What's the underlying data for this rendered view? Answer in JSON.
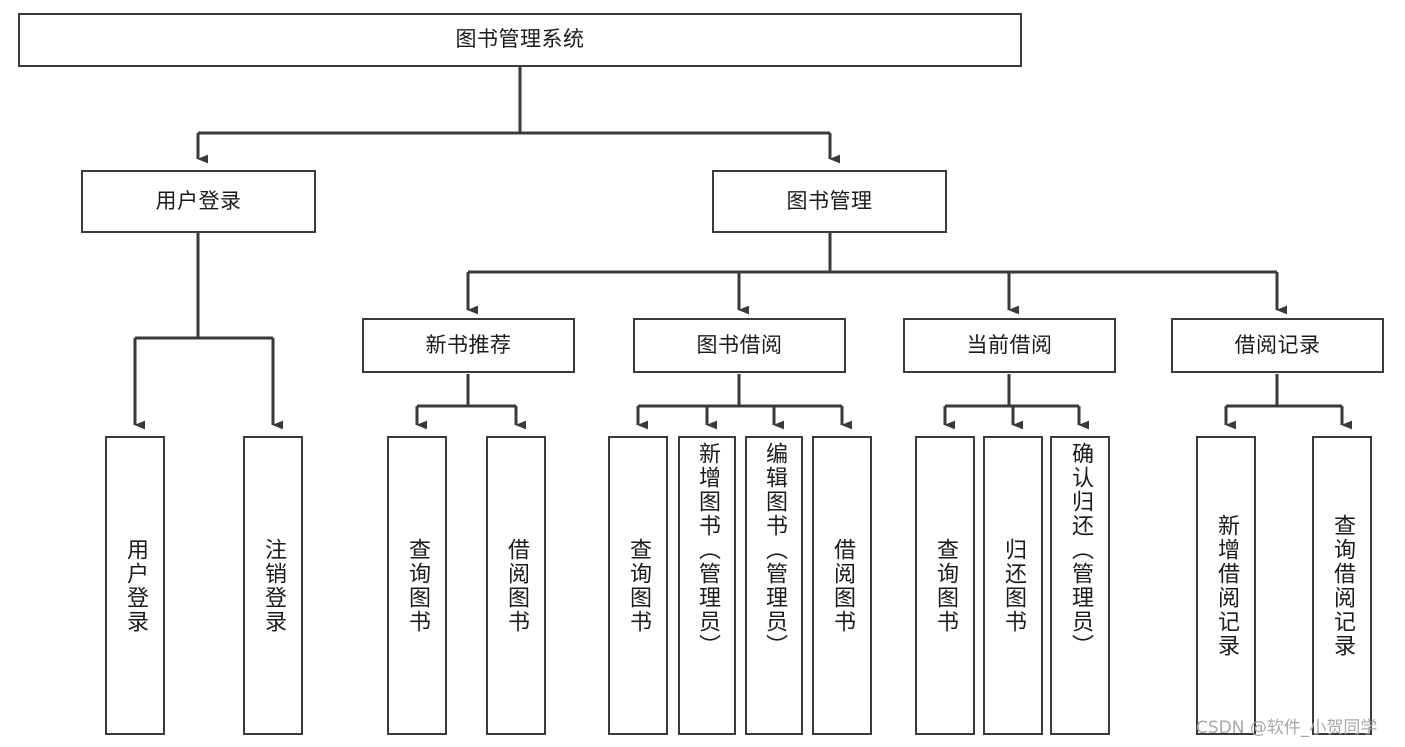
{
  "diagram": {
    "type": "hierarchy-tree",
    "title": "图书管理系统",
    "watermark": "CSDN @软件_小贺同学",
    "colors": {
      "box_border": "#3a3a3a",
      "box_fill": "#ffffff",
      "connector": "#3a3a3a",
      "text": "#1b1b1b",
      "watermark": "#a8a8a8"
    },
    "levels": {
      "level0": [
        {
          "id": "root",
          "label": "图书管理系统",
          "orientation": "horizontal"
        }
      ],
      "level1": [
        {
          "id": "user-login",
          "label": "用户登录",
          "orientation": "horizontal"
        },
        {
          "id": "book-manage",
          "label": "图书管理",
          "orientation": "horizontal"
        }
      ],
      "level2": [
        {
          "id": "new-book-rec",
          "label": "新书推荐",
          "orientation": "horizontal"
        },
        {
          "id": "book-borrow",
          "label": "图书借阅",
          "orientation": "horizontal"
        },
        {
          "id": "current-borrow",
          "label": "当前借阅",
          "orientation": "horizontal"
        },
        {
          "id": "borrow-record",
          "label": "借阅记录",
          "orientation": "horizontal"
        }
      ],
      "level3": [
        {
          "id": "leaf-user-login",
          "label": "用户登录",
          "parent": "user-login",
          "orientation": "vertical"
        },
        {
          "id": "leaf-user-logout",
          "label": "注销登录",
          "parent": "user-login",
          "orientation": "vertical"
        },
        {
          "id": "leaf-query-book-1",
          "label": "查询图书",
          "parent": "new-book-rec",
          "orientation": "vertical"
        },
        {
          "id": "leaf-borrow-book-1",
          "label": "借阅图书",
          "parent": "new-book-rec",
          "orientation": "vertical"
        },
        {
          "id": "leaf-query-book-2",
          "label": "查询图书",
          "parent": "book-borrow",
          "orientation": "vertical"
        },
        {
          "id": "leaf-add-book",
          "label": "新增图书（管理员）",
          "parent": "book-borrow",
          "orientation": "vertical"
        },
        {
          "id": "leaf-edit-book",
          "label": "编辑图书（管理员）",
          "parent": "book-borrow",
          "orientation": "vertical"
        },
        {
          "id": "leaf-borrow-book-2",
          "label": "借阅图书",
          "parent": "book-borrow",
          "orientation": "vertical"
        },
        {
          "id": "leaf-query-book-3",
          "label": "查询图书",
          "parent": "current-borrow",
          "orientation": "vertical"
        },
        {
          "id": "leaf-return-book",
          "label": "归还图书",
          "parent": "current-borrow",
          "orientation": "vertical"
        },
        {
          "id": "leaf-confirm-return",
          "label": "确认归还（管理员）",
          "parent": "current-borrow",
          "orientation": "vertical"
        },
        {
          "id": "leaf-add-record",
          "label": "新增借阅记录",
          "parent": "borrow-record",
          "orientation": "vertical"
        },
        {
          "id": "leaf-query-record",
          "label": "查询借阅记录",
          "parent": "borrow-record",
          "orientation": "vertical"
        }
      ]
    }
  }
}
